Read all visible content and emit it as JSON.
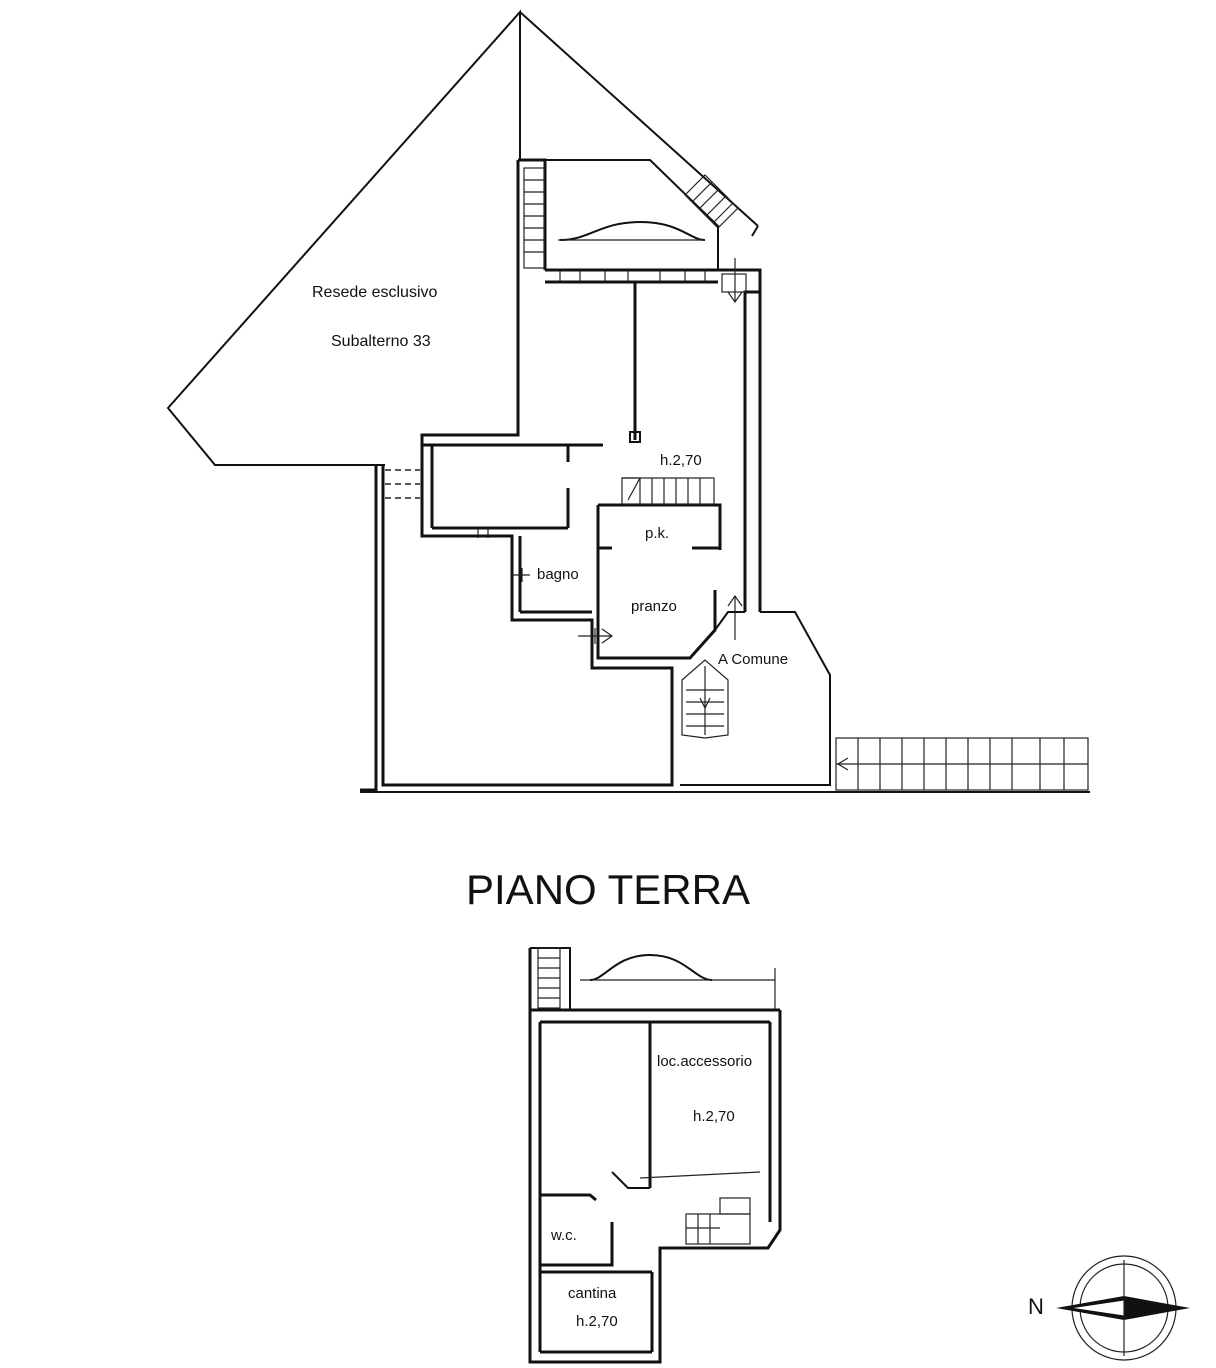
{
  "ground_floor": {
    "title": "PIANO TERRA",
    "garden_label": "Resede esclusivo",
    "garden_sub_label": "Subalterno 33",
    "height_label": "h.2,70",
    "rooms": {
      "pk": "p.k.",
      "bathroom": "bagno",
      "dining": "pranzo",
      "common": "A Comune"
    }
  },
  "basement": {
    "accessory_room": "loc.accessorio",
    "accessory_height": "h.2,70",
    "wc": "w.c.",
    "cellar": "cantina",
    "cellar_height": "h.2,70"
  },
  "compass": {
    "north_letter": "N",
    "icon": "north-arrow-icon"
  }
}
